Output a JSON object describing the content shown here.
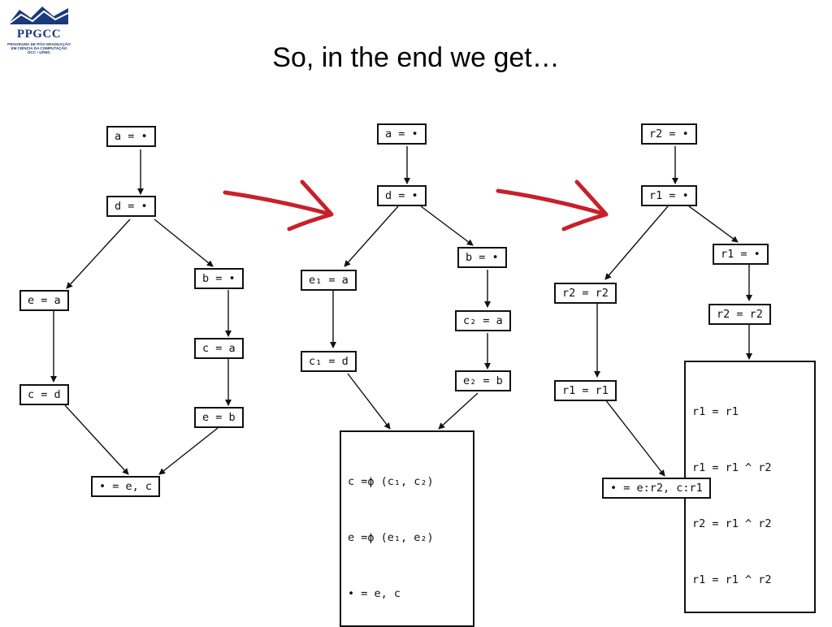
{
  "slide": {
    "title": "So, in the end we get…"
  },
  "logo": {
    "name": "PPGCC",
    "subtitle_lines": [
      "PROGRAMA DE PÓS-GRADUAÇÃO",
      "EM CIÊNCIA DA COMPUTAÇÃO",
      "DCC • UFMG"
    ]
  },
  "graphs": {
    "original": {
      "n1": "a = •",
      "n2": "d = •",
      "n3": "e = a",
      "n4": "b = •",
      "n5": "c = a",
      "n6": "c = d",
      "n7": "e = b",
      "n8": "• = e, c"
    },
    "ssa": {
      "n1": "a = •",
      "n2": "d = •",
      "n3": "e₁ = a",
      "n4": "b = •",
      "n5": "c₂ = a",
      "n6": "c₁ = d",
      "n7": "e₂ = b",
      "n8": [
        "c =ϕ (c₁, c₂)",
        "e =ϕ (e₁, e₂)",
        "• = e, c"
      ]
    },
    "allocated": {
      "n1": "r2 = •",
      "n2": "r1 = •",
      "n3": "r1 = •",
      "n4": "r2 = r2",
      "n5": "r2 = r2",
      "n6": "r1 = r1",
      "n7": [
        "r1 = r1",
        "r1 = r1 ^ r2",
        "r2 = r1 ^ r2",
        "r1 = r1 ^ r2"
      ],
      "n8": "• = e:r2, c:r1"
    }
  },
  "colors": {
    "arrow_red": "#c8202a",
    "edge": "#111111",
    "logo_blue": "#1a3a7a"
  }
}
